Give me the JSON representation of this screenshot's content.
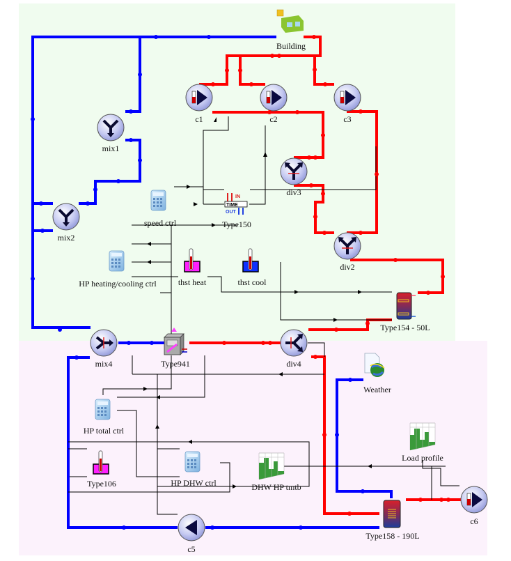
{
  "regions": [
    {
      "name": "building-loop",
      "color": "#f0fcef"
    },
    {
      "name": "dhw-loop",
      "color": "#fcf2fc"
    }
  ],
  "colors": {
    "hot_pipe": "#ff0000",
    "cold_pipe": "#0000ff",
    "control_line": "#000000",
    "component_fill": "#c4c8f0"
  },
  "components": {
    "building": {
      "label": "Building",
      "icon": "building-icon"
    },
    "c1": {
      "label": "c1",
      "icon": "pump-icon"
    },
    "c2": {
      "label": "c2",
      "icon": "pump-icon"
    },
    "c3": {
      "label": "c3",
      "icon": "pump-icon"
    },
    "mix1": {
      "label": "mix1",
      "icon": "mixer-icon"
    },
    "mix2": {
      "label": "mix2",
      "icon": "mixer-icon"
    },
    "div3": {
      "label": "div3",
      "icon": "diverter-icon"
    },
    "div2": {
      "label": "div2",
      "icon": "diverter-icon"
    },
    "speed_ctrl": {
      "label": "speed ctrl",
      "icon": "calculator-icon"
    },
    "type150": {
      "label": "Type150",
      "icon": "time-delay-icon",
      "in_text": "IN",
      "time_text": "TIME",
      "out_text": "OUT"
    },
    "hp_hc_ctrl": {
      "label": "HP heating/cooling ctrl",
      "icon": "calculator-icon"
    },
    "thst_heat": {
      "label": "thst heat",
      "icon": "thermostat-icon"
    },
    "thst_cool": {
      "label": "thst cool",
      "icon": "thermostat-icon"
    },
    "type154": {
      "label": "Type154 - 50L",
      "icon": "storage-tank-icon"
    },
    "mix4": {
      "label": "mix4",
      "icon": "mixer-icon"
    },
    "type941": {
      "label": "Type941",
      "icon": "heat-pump-icon"
    },
    "div4": {
      "label": "div4",
      "icon": "diverter-icon"
    },
    "weather": {
      "label": "Weather",
      "icon": "weather-icon"
    },
    "hp_total_ctrl": {
      "label": "HP total ctrl",
      "icon": "calculator-icon"
    },
    "load_profile": {
      "label": "Load profile",
      "icon": "chart-table-icon"
    },
    "type106": {
      "label": "Type106",
      "icon": "thermostat-icon"
    },
    "hp_dhw_ctrl": {
      "label": "HP DHW ctrl",
      "icon": "calculator-icon"
    },
    "dhw_hp_tmtb": {
      "label": "DHW HP tmtb",
      "icon": "chart-table-icon"
    },
    "c6": {
      "label": "c6",
      "icon": "pump-icon"
    },
    "c5": {
      "label": "c5",
      "icon": "pump-icon"
    },
    "type158": {
      "label": "Type158 - 190L",
      "icon": "storage-tank-icon"
    }
  }
}
